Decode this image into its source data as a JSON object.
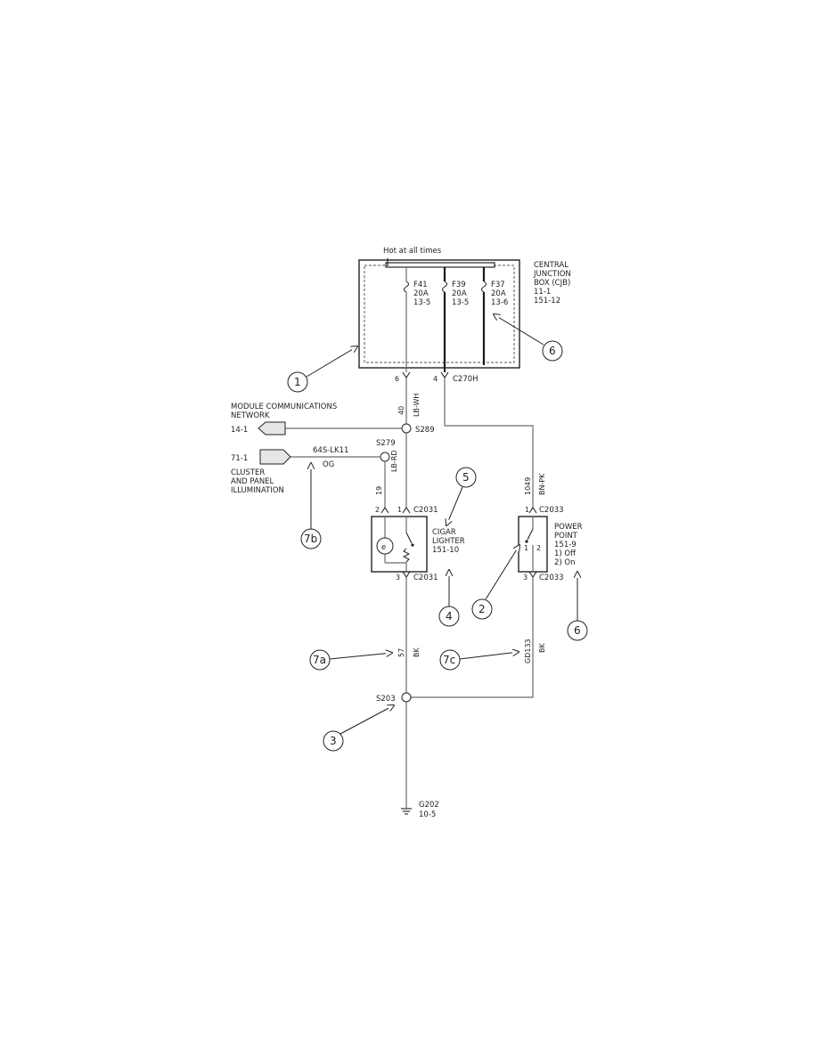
{
  "cjb": {
    "hot_label": "Hot at all times",
    "title_lines": [
      "CENTRAL",
      "JUNCTION",
      "BOX (CJB)",
      "11-1",
      "151-12"
    ],
    "fuses": [
      {
        "name": "F41",
        "rating": "20A",
        "ref": "13-5"
      },
      {
        "name": "F39",
        "rating": "20A",
        "ref": "13-5"
      },
      {
        "name": "F37",
        "rating": "20A",
        "ref": "13-6"
      }
    ],
    "pin_6": "6",
    "pin_4": "4",
    "connector": "C270H"
  },
  "wires": {
    "w40_circuit": "40",
    "w40_color": "LB-WH",
    "w19_circuit": "19",
    "w19_color": "LB-RD",
    "w1049_circuit": "1049",
    "w1049_color": "BN-PK",
    "w57_circuit": "57",
    "w57_color": "BK",
    "wgd133_circuit": "GD133",
    "wgd133_color": "BK",
    "w64s_circuit": "64S-LK11",
    "w64s_color": "OG"
  },
  "splices": {
    "s289": "S289",
    "s279": "S279",
    "s203": "S203"
  },
  "module_comm": {
    "lines": [
      "MODULE COMMUNICATIONS",
      "NETWORK"
    ],
    "ref": "14-1"
  },
  "cluster": {
    "ref": "71-1",
    "lines": [
      "CLUSTER",
      "AND PANEL",
      "ILLUMINATION"
    ]
  },
  "cigar_lighter": {
    "lines": [
      "CIGAR",
      "LIGHTER",
      "151-10"
    ],
    "pin_2": "2",
    "pin_1": "1",
    "pin_3": "3",
    "connector_top": "C2031",
    "connector_bottom": "C2031"
  },
  "power_point": {
    "lines": [
      "POWER",
      "POINT",
      "151-9",
      "1) Off",
      "2) On"
    ],
    "pin_1": "1",
    "pin_3": "3",
    "switch_1": "1",
    "switch_2": "2",
    "connector_top": "C2033",
    "connector_bottom": "C2033"
  },
  "ground": {
    "name": "G202",
    "ref": "10-5"
  },
  "callouts": [
    "1",
    "2",
    "3",
    "4",
    "5",
    "6",
    "6",
    "7a",
    "7b",
    "7c"
  ]
}
